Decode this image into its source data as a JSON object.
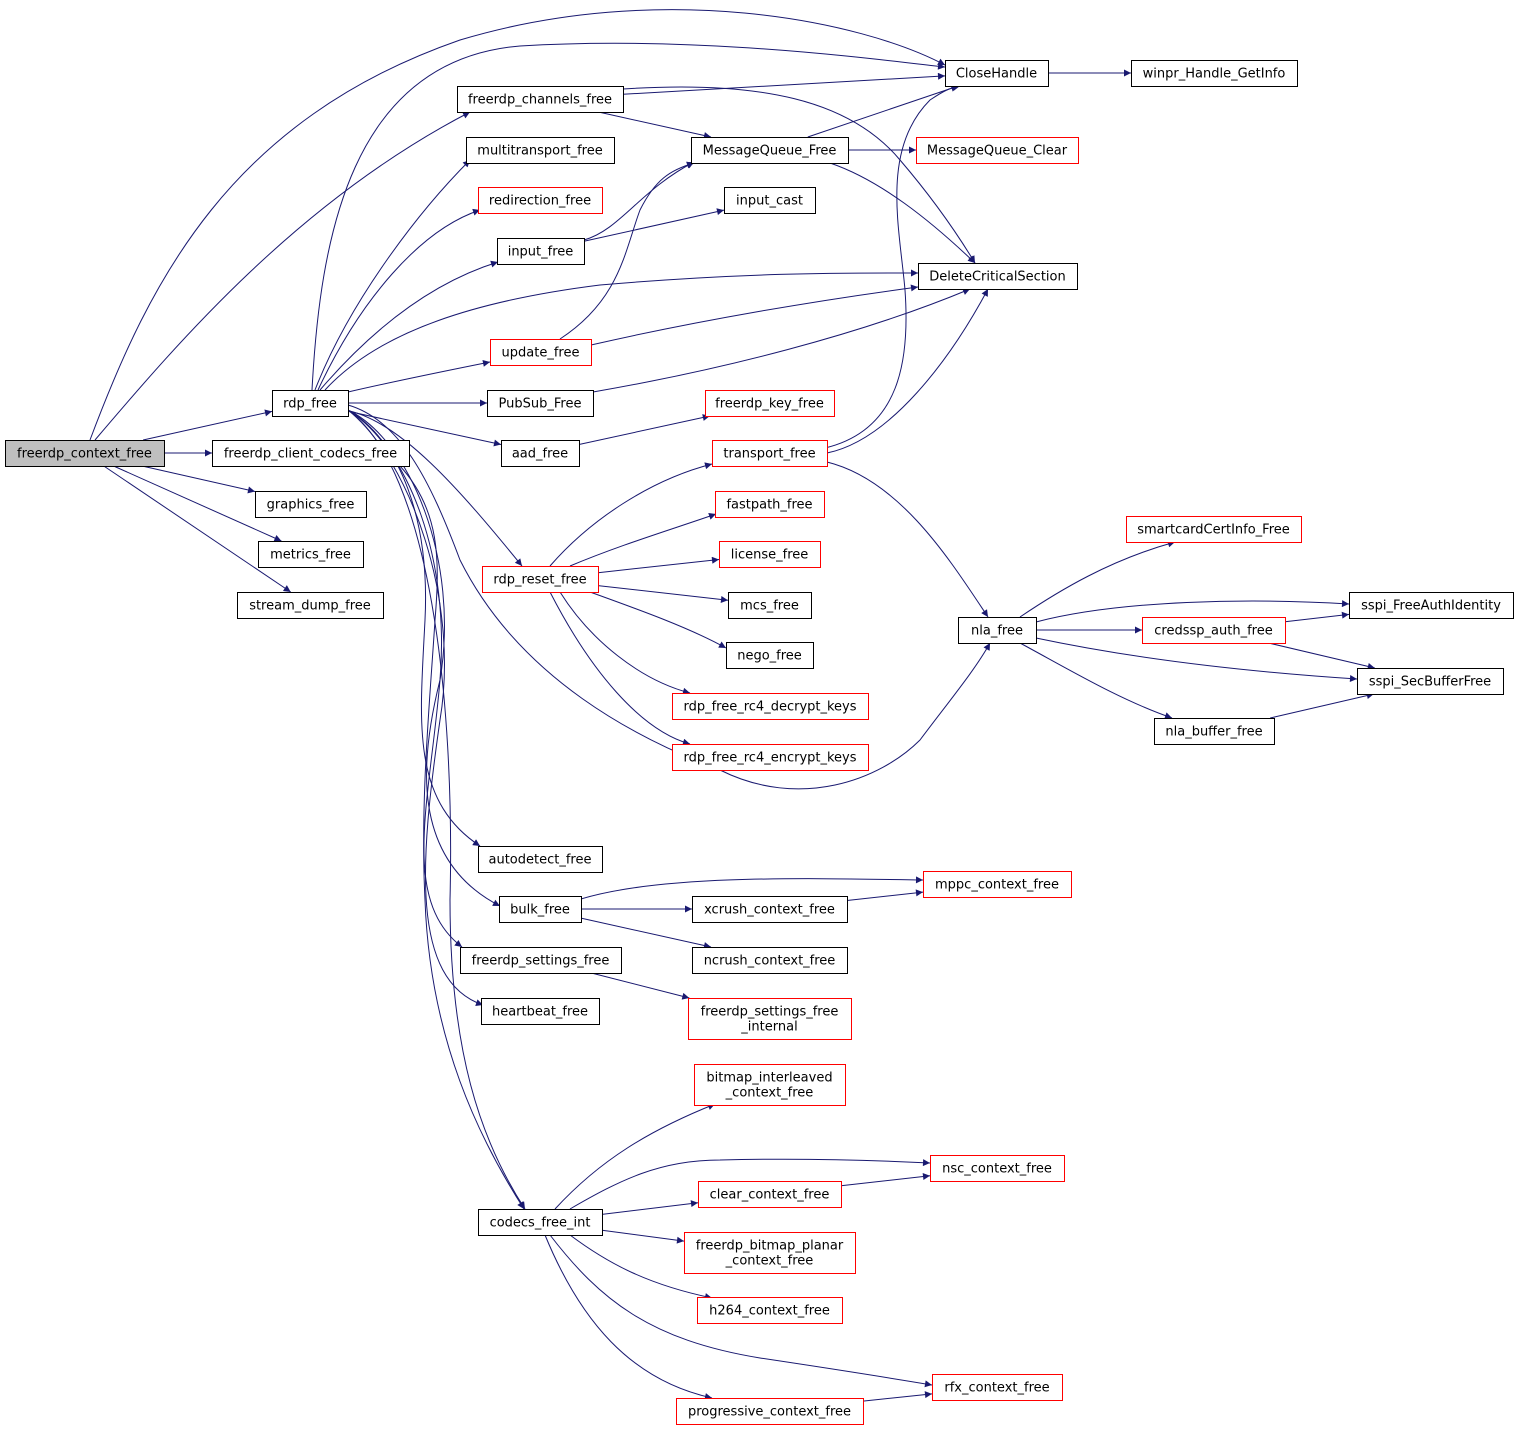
{
  "colors": {
    "edge": "#191970",
    "border_normal": "#000000",
    "border_truncated": "#ff0000",
    "root_fill": "#bfbfbf",
    "node_fill": "#ffffff"
  },
  "nodes": [
    {
      "id": "freerdp_context_free",
      "lines": [
        "freerdp_context_free"
      ],
      "kind": "root"
    },
    {
      "id": "rdp_free",
      "lines": [
        "rdp_free"
      ],
      "kind": "normal"
    },
    {
      "id": "freerdp_client_codecs_free",
      "lines": [
        "freerdp_client_codecs_free"
      ],
      "kind": "normal"
    },
    {
      "id": "graphics_free",
      "lines": [
        "graphics_free"
      ],
      "kind": "normal"
    },
    {
      "id": "metrics_free",
      "lines": [
        "metrics_free"
      ],
      "kind": "normal"
    },
    {
      "id": "stream_dump_free",
      "lines": [
        "stream_dump_free"
      ],
      "kind": "normal"
    },
    {
      "id": "freerdp_channels_free",
      "lines": [
        "freerdp_channels_free"
      ],
      "kind": "normal"
    },
    {
      "id": "multitransport_free",
      "lines": [
        "multitransport_free"
      ],
      "kind": "normal"
    },
    {
      "id": "redirection_free",
      "lines": [
        "redirection_free"
      ],
      "kind": "truncated"
    },
    {
      "id": "input_free",
      "lines": [
        "input_free"
      ],
      "kind": "normal"
    },
    {
      "id": "update_free",
      "lines": [
        "update_free"
      ],
      "kind": "truncated"
    },
    {
      "id": "PubSub_Free",
      "lines": [
        "PubSub_Free"
      ],
      "kind": "normal"
    },
    {
      "id": "aad_free",
      "lines": [
        "aad_free"
      ],
      "kind": "normal"
    },
    {
      "id": "rdp_reset_free",
      "lines": [
        "rdp_reset_free"
      ],
      "kind": "truncated"
    },
    {
      "id": "autodetect_free",
      "lines": [
        "autodetect_free"
      ],
      "kind": "normal"
    },
    {
      "id": "bulk_free",
      "lines": [
        "bulk_free"
      ],
      "kind": "normal"
    },
    {
      "id": "freerdp_settings_free",
      "lines": [
        "freerdp_settings_free"
      ],
      "kind": "normal"
    },
    {
      "id": "heartbeat_free",
      "lines": [
        "heartbeat_free"
      ],
      "kind": "normal"
    },
    {
      "id": "codecs_free_int",
      "lines": [
        "codecs_free_int"
      ],
      "kind": "normal"
    },
    {
      "id": "MessageQueue_Free",
      "lines": [
        "MessageQueue_Free"
      ],
      "kind": "normal"
    },
    {
      "id": "input_cast",
      "lines": [
        "input_cast"
      ],
      "kind": "normal"
    },
    {
      "id": "freerdp_key_free",
      "lines": [
        "freerdp_key_free"
      ],
      "kind": "truncated"
    },
    {
      "id": "transport_free",
      "lines": [
        "transport_free"
      ],
      "kind": "truncated"
    },
    {
      "id": "fastpath_free",
      "lines": [
        "fastpath_free"
      ],
      "kind": "truncated"
    },
    {
      "id": "license_free",
      "lines": [
        "license_free"
      ],
      "kind": "truncated"
    },
    {
      "id": "mcs_free",
      "lines": [
        "mcs_free"
      ],
      "kind": "normal"
    },
    {
      "id": "nego_free",
      "lines": [
        "nego_free"
      ],
      "kind": "normal"
    },
    {
      "id": "rdp_free_rc4_decrypt_keys",
      "lines": [
        "rdp_free_rc4_decrypt_keys"
      ],
      "kind": "truncated"
    },
    {
      "id": "rdp_free_rc4_encrypt_keys",
      "lines": [
        "rdp_free_rc4_encrypt_keys"
      ],
      "kind": "truncated"
    },
    {
      "id": "xcrush_context_free",
      "lines": [
        "xcrush_context_free"
      ],
      "kind": "normal"
    },
    {
      "id": "ncrush_context_free",
      "lines": [
        "ncrush_context_free"
      ],
      "kind": "normal"
    },
    {
      "id": "freerdp_settings_free_internal",
      "lines": [
        "freerdp_settings_free",
        "_internal"
      ],
      "kind": "truncated"
    },
    {
      "id": "bitmap_interleaved_context_free",
      "lines": [
        "bitmap_interleaved",
        "_context_free"
      ],
      "kind": "truncated"
    },
    {
      "id": "clear_context_free",
      "lines": [
        "clear_context_free"
      ],
      "kind": "truncated"
    },
    {
      "id": "freerdp_bitmap_planar_context_free",
      "lines": [
        "freerdp_bitmap_planar",
        "_context_free"
      ],
      "kind": "truncated"
    },
    {
      "id": "h264_context_free",
      "lines": [
        "h264_context_free"
      ],
      "kind": "truncated"
    },
    {
      "id": "progressive_context_free",
      "lines": [
        "progressive_context_free"
      ],
      "kind": "truncated"
    },
    {
      "id": "CloseHandle",
      "lines": [
        "CloseHandle"
      ],
      "kind": "normal"
    },
    {
      "id": "MessageQueue_Clear",
      "lines": [
        "MessageQueue_Clear"
      ],
      "kind": "truncated"
    },
    {
      "id": "DeleteCriticalSection",
      "lines": [
        "DeleteCriticalSection"
      ],
      "kind": "normal"
    },
    {
      "id": "mppc_context_free",
      "lines": [
        "mppc_context_free"
      ],
      "kind": "truncated"
    },
    {
      "id": "nsc_context_free",
      "lines": [
        "nsc_context_free"
      ],
      "kind": "truncated"
    },
    {
      "id": "rfx_context_free",
      "lines": [
        "rfx_context_free"
      ],
      "kind": "truncated"
    },
    {
      "id": "nla_free",
      "lines": [
        "nla_free"
      ],
      "kind": "normal"
    },
    {
      "id": "winpr_Handle_GetInfo",
      "lines": [
        "winpr_Handle_GetInfo"
      ],
      "kind": "normal"
    },
    {
      "id": "smartcardCertInfo_Free",
      "lines": [
        "smartcardCertInfo_Free"
      ],
      "kind": "truncated"
    },
    {
      "id": "credssp_auth_free",
      "lines": [
        "credssp_auth_free"
      ],
      "kind": "truncated"
    },
    {
      "id": "nla_buffer_free",
      "lines": [
        "nla_buffer_free"
      ],
      "kind": "normal"
    },
    {
      "id": "sspi_FreeAuthIdentity",
      "lines": [
        "sspi_FreeAuthIdentity"
      ],
      "kind": "normal"
    },
    {
      "id": "sspi_SecBufferFree",
      "lines": [
        "sspi_SecBufferFree"
      ],
      "kind": "normal"
    }
  ],
  "edges": [
    [
      "freerdp_context_free",
      "CloseHandle"
    ],
    [
      "freerdp_context_free",
      "freerdp_channels_free"
    ],
    [
      "freerdp_context_free",
      "rdp_free"
    ],
    [
      "freerdp_context_free",
      "freerdp_client_codecs_free"
    ],
    [
      "freerdp_context_free",
      "graphics_free"
    ],
    [
      "freerdp_context_free",
      "metrics_free"
    ],
    [
      "freerdp_context_free",
      "stream_dump_free"
    ],
    [
      "freerdp_channels_free",
      "CloseHandle"
    ],
    [
      "freerdp_channels_free",
      "MessageQueue_Free"
    ],
    [
      "freerdp_channels_free",
      "DeleteCriticalSection"
    ],
    [
      "rdp_free",
      "CloseHandle"
    ],
    [
      "rdp_free",
      "multitransport_free"
    ],
    [
      "rdp_free",
      "redirection_free"
    ],
    [
      "rdp_free",
      "input_free"
    ],
    [
      "rdp_free",
      "DeleteCriticalSection"
    ],
    [
      "rdp_free",
      "update_free"
    ],
    [
      "rdp_free",
      "PubSub_Free"
    ],
    [
      "rdp_free",
      "aad_free"
    ],
    [
      "rdp_free",
      "rdp_reset_free"
    ],
    [
      "rdp_free",
      "nla_free"
    ],
    [
      "rdp_free",
      "autodetect_free"
    ],
    [
      "rdp_free",
      "bulk_free"
    ],
    [
      "rdp_free",
      "freerdp_settings_free"
    ],
    [
      "rdp_free",
      "heartbeat_free"
    ],
    [
      "rdp_free",
      "codecs_free_int"
    ],
    [
      "freerdp_client_codecs_free",
      "codecs_free_int"
    ],
    [
      "input_free",
      "MessageQueue_Free"
    ],
    [
      "input_free",
      "input_cast"
    ],
    [
      "update_free",
      "MessageQueue_Free"
    ],
    [
      "update_free",
      "DeleteCriticalSection"
    ],
    [
      "PubSub_Free",
      "DeleteCriticalSection"
    ],
    [
      "aad_free",
      "freerdp_key_free"
    ],
    [
      "MessageQueue_Free",
      "CloseHandle"
    ],
    [
      "MessageQueue_Free",
      "MessageQueue_Clear"
    ],
    [
      "MessageQueue_Free",
      "DeleteCriticalSection"
    ],
    [
      "CloseHandle",
      "winpr_Handle_GetInfo"
    ],
    [
      "rdp_reset_free",
      "transport_free"
    ],
    [
      "rdp_reset_free",
      "fastpath_free"
    ],
    [
      "rdp_reset_free",
      "license_free"
    ],
    [
      "rdp_reset_free",
      "mcs_free"
    ],
    [
      "rdp_reset_free",
      "nego_free"
    ],
    [
      "rdp_reset_free",
      "rdp_free_rc4_decrypt_keys"
    ],
    [
      "rdp_reset_free",
      "rdp_free_rc4_encrypt_keys"
    ],
    [
      "transport_free",
      "CloseHandle"
    ],
    [
      "transport_free",
      "DeleteCriticalSection"
    ],
    [
      "transport_free",
      "nla_free"
    ],
    [
      "nla_free",
      "smartcardCertInfo_Free"
    ],
    [
      "nla_free",
      "sspi_FreeAuthIdentity"
    ],
    [
      "nla_free",
      "credssp_auth_free"
    ],
    [
      "nla_free",
      "sspi_SecBufferFree"
    ],
    [
      "nla_free",
      "nla_buffer_free"
    ],
    [
      "credssp_auth_free",
      "sspi_FreeAuthIdentity"
    ],
    [
      "credssp_auth_free",
      "sspi_SecBufferFree"
    ],
    [
      "nla_buffer_free",
      "sspi_SecBufferFree"
    ],
    [
      "bulk_free",
      "mppc_context_free"
    ],
    [
      "bulk_free",
      "xcrush_context_free"
    ],
    [
      "bulk_free",
      "ncrush_context_free"
    ],
    [
      "xcrush_context_free",
      "mppc_context_free"
    ],
    [
      "freerdp_settings_free",
      "freerdp_settings_free_internal"
    ],
    [
      "codecs_free_int",
      "bitmap_interleaved_context_free"
    ],
    [
      "codecs_free_int",
      "nsc_context_free"
    ],
    [
      "codecs_free_int",
      "clear_context_free"
    ],
    [
      "codecs_free_int",
      "freerdp_bitmap_planar_context_free"
    ],
    [
      "codecs_free_int",
      "h264_context_free"
    ],
    [
      "codecs_free_int",
      "rfx_context_free"
    ],
    [
      "codecs_free_int",
      "progressive_context_free"
    ],
    [
      "clear_context_free",
      "nsc_context_free"
    ],
    [
      "progressive_context_free",
      "rfx_context_free"
    ]
  ]
}
